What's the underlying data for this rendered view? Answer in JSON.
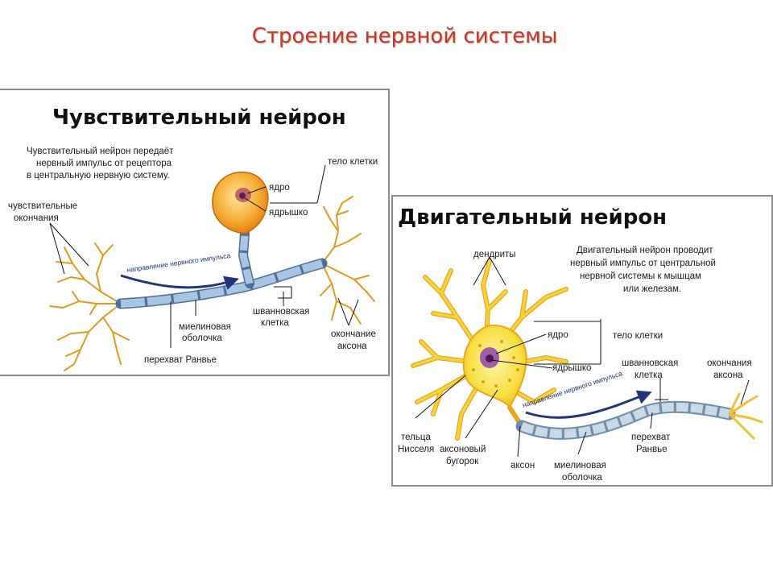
{
  "slide": {
    "title": "Строение нервной системы"
  },
  "sensory": {
    "heading": "Чувствительный нейрон",
    "description": [
      "Чувствительный нейрон передаёт",
      "нервный импульс от рецептора",
      "в центральную нервную систему."
    ],
    "labels": {
      "endings": [
        "чувствительные",
        "окончания"
      ],
      "cell_body": "тело клетки",
      "nucleus": "ядро",
      "nucleolus": "ядрышко",
      "schwann": [
        "шванновская",
        "клетка"
      ],
      "myelin": [
        "миелиновая",
        "оболочка"
      ],
      "ranvier": "перехват Ранвье",
      "axon_ending": [
        "окончание",
        "аксона"
      ],
      "impulse": "направление нервного импульса"
    }
  },
  "motor": {
    "heading": "Двигательный нейрон",
    "description": [
      "Двигательный нейрон проводит",
      "нервный импульс от центральной",
      "нервной системы к мышцам",
      "или железам."
    ],
    "labels": {
      "dendrites": "дендриты",
      "nucleus": "ядро",
      "cell_body": "тело клетки",
      "nucleolus": "ядрышко",
      "schwann": [
        "шванновская",
        "клетка"
      ],
      "axon_endings": [
        "окончания",
        "аксона"
      ],
      "nissl": [
        "тельца",
        "Нисселя"
      ],
      "hillock": [
        "аксоновый",
        "бугорок"
      ],
      "axon": "аксон",
      "myelin": [
        "миелиновая",
        "оболочка"
      ],
      "ranvier": [
        "перехват",
        "Ранвье"
      ],
      "impulse": "направление нервного импульса"
    }
  },
  "colors": {
    "title": "#c0392b",
    "dendrite_orange": "#e39a1c",
    "soma_orange": "#f3a531",
    "motor_yellow": "#f5dc3c",
    "myelin_blue": "#8fb3d6",
    "arrow_navy": "#23337d",
    "nucleus_purple": "#6b2c7a"
  }
}
